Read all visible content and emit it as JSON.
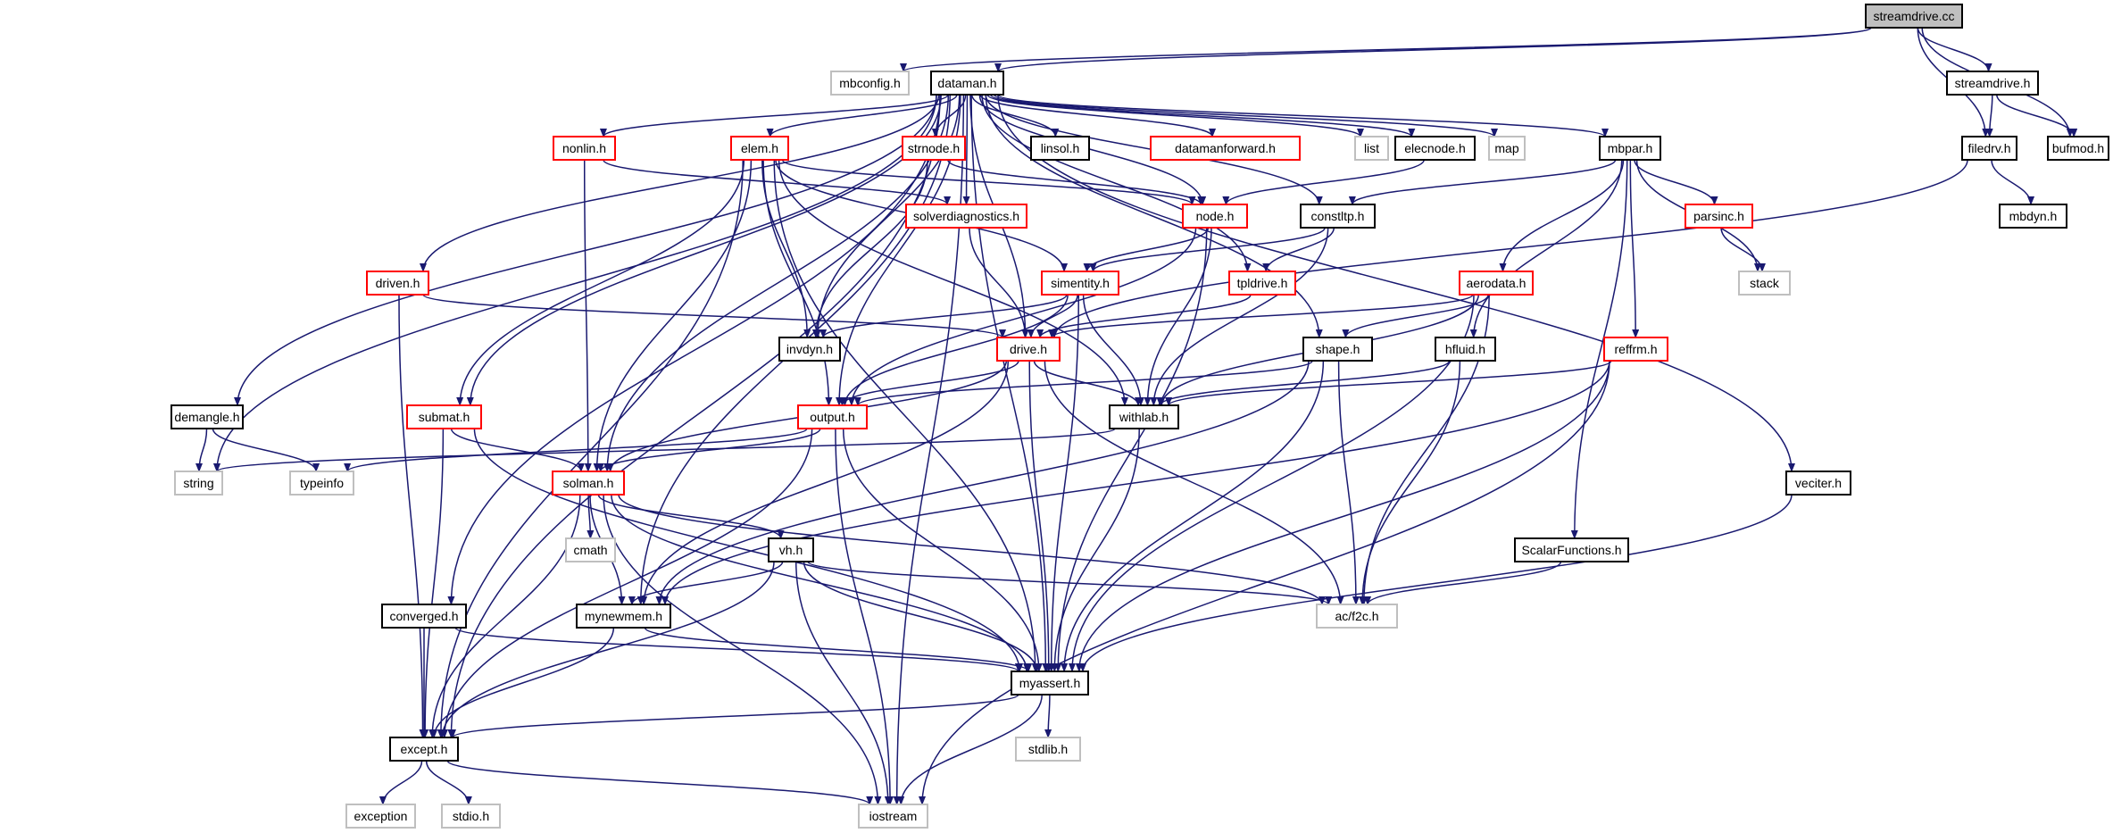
{
  "title": "streamdrive.cc include dependency graph",
  "colors": {
    "edge": "#191970",
    "documented_border": "#000000",
    "undocumented_border": "#ff0000",
    "system_border": "#bfbfbf",
    "root_fill": "#bfbfbf"
  },
  "nodes": [
    {
      "id": "streamdrive_cc",
      "label": "streamdrive.cc",
      "kind": "root"
    },
    {
      "id": "mbconfig_h",
      "label": "mbconfig.h",
      "kind": "sys"
    },
    {
      "id": "dataman_h",
      "label": "dataman.h",
      "kind": "normal"
    },
    {
      "id": "streamdrive_h",
      "label": "streamdrive.h",
      "kind": "normal"
    },
    {
      "id": "nonlin_h",
      "label": "nonlin.h",
      "kind": "red"
    },
    {
      "id": "elem_h",
      "label": "elem.h",
      "kind": "red"
    },
    {
      "id": "strnode_h",
      "label": "strnode.h",
      "kind": "red"
    },
    {
      "id": "linsol_h",
      "label": "linsol.h",
      "kind": "normal"
    },
    {
      "id": "datamanforward_h",
      "label": "datamanforward.h",
      "kind": "red"
    },
    {
      "id": "list",
      "label": "list",
      "kind": "sys"
    },
    {
      "id": "elecnode_h",
      "label": "elecnode.h",
      "kind": "normal"
    },
    {
      "id": "map",
      "label": "map",
      "kind": "sys"
    },
    {
      "id": "mbpar_h",
      "label": "mbpar.h",
      "kind": "normal"
    },
    {
      "id": "filedrv_h",
      "label": "filedrv.h",
      "kind": "normal"
    },
    {
      "id": "bufmod_h",
      "label": "bufmod.h",
      "kind": "normal"
    },
    {
      "id": "solverdiagnostics_h",
      "label": "solverdiagnostics.h",
      "kind": "red"
    },
    {
      "id": "node_h",
      "label": "node.h",
      "kind": "red"
    },
    {
      "id": "constltp_h",
      "label": "constltp.h",
      "kind": "normal"
    },
    {
      "id": "parsinc_h",
      "label": "parsinc.h",
      "kind": "red"
    },
    {
      "id": "mbdyn_h",
      "label": "mbdyn.h",
      "kind": "normal"
    },
    {
      "id": "driven_h",
      "label": "driven.h",
      "kind": "red"
    },
    {
      "id": "tpldrive_h",
      "label": "tpldrive.h",
      "kind": "red"
    },
    {
      "id": "simentity_h",
      "label": "simentity.h",
      "kind": "red"
    },
    {
      "id": "aerodata_h",
      "label": "aerodata.h",
      "kind": "red"
    },
    {
      "id": "stack",
      "label": "stack",
      "kind": "sys"
    },
    {
      "id": "invdyn_h",
      "label": "invdyn.h",
      "kind": "normal"
    },
    {
      "id": "drive_h",
      "label": "drive.h",
      "kind": "red"
    },
    {
      "id": "shape_h",
      "label": "shape.h",
      "kind": "normal"
    },
    {
      "id": "hfluid_h",
      "label": "hfluid.h",
      "kind": "normal"
    },
    {
      "id": "reffrm_h",
      "label": "reffrm.h",
      "kind": "red"
    },
    {
      "id": "demangle_h",
      "label": "demangle.h",
      "kind": "normal"
    },
    {
      "id": "submat_h",
      "label": "submat.h",
      "kind": "red"
    },
    {
      "id": "output_h",
      "label": "output.h",
      "kind": "red"
    },
    {
      "id": "withlab_h",
      "label": "withlab.h",
      "kind": "normal"
    },
    {
      "id": "string",
      "label": "string",
      "kind": "sys"
    },
    {
      "id": "typeinfo",
      "label": "typeinfo",
      "kind": "sys"
    },
    {
      "id": "solman_h",
      "label": "solman.h",
      "kind": "red"
    },
    {
      "id": "veciter_h",
      "label": "veciter.h",
      "kind": "normal"
    },
    {
      "id": "cmath",
      "label": "cmath",
      "kind": "sys"
    },
    {
      "id": "vh_h",
      "label": "vh.h",
      "kind": "normal"
    },
    {
      "id": "scalarfunctions_h",
      "label": "ScalarFunctions.h",
      "kind": "normal"
    },
    {
      "id": "converged_h",
      "label": "converged.h",
      "kind": "normal"
    },
    {
      "id": "mynewmem_h",
      "label": "mynewmem.h",
      "kind": "normal"
    },
    {
      "id": "ac_f2c_h",
      "label": "ac/f2c.h",
      "kind": "sys"
    },
    {
      "id": "myassert_h",
      "label": "myassert.h",
      "kind": "normal"
    },
    {
      "id": "except_h",
      "label": "except.h",
      "kind": "normal"
    },
    {
      "id": "stdlib_h",
      "label": "stdlib.h",
      "kind": "sys"
    },
    {
      "id": "exception",
      "label": "exception",
      "kind": "sys"
    },
    {
      "id": "stdio_h",
      "label": "stdio.h",
      "kind": "sys"
    },
    {
      "id": "iostream",
      "label": "iostream",
      "kind": "sys"
    }
  ],
  "edges": [
    [
      "streamdrive_cc",
      "mbconfig_h"
    ],
    [
      "streamdrive_cc",
      "dataman_h"
    ],
    [
      "streamdrive_cc",
      "streamdrive_h"
    ],
    [
      "streamdrive_cc",
      "filedrv_h"
    ],
    [
      "streamdrive_cc",
      "bufmod_h"
    ],
    [
      "streamdrive_h",
      "filedrv_h"
    ],
    [
      "streamdrive_h",
      "bufmod_h"
    ],
    [
      "filedrv_h",
      "mbdyn_h"
    ],
    [
      "filedrv_h",
      "drive_h"
    ],
    [
      "dataman_h",
      "nonlin_h"
    ],
    [
      "dataman_h",
      "elem_h"
    ],
    [
      "dataman_h",
      "strnode_h"
    ],
    [
      "dataman_h",
      "linsol_h"
    ],
    [
      "dataman_h",
      "datamanforward_h"
    ],
    [
      "dataman_h",
      "list"
    ],
    [
      "dataman_h",
      "elecnode_h"
    ],
    [
      "dataman_h",
      "map"
    ],
    [
      "dataman_h",
      "mbpar_h"
    ],
    [
      "dataman_h",
      "solverdiagnostics_h"
    ],
    [
      "dataman_h",
      "node_h"
    ],
    [
      "dataman_h",
      "constltp_h"
    ],
    [
      "dataman_h",
      "driven_h"
    ],
    [
      "dataman_h",
      "tpldrive_h"
    ],
    [
      "dataman_h",
      "invdyn_h"
    ],
    [
      "dataman_h",
      "drive_h"
    ],
    [
      "dataman_h",
      "shape_h"
    ],
    [
      "dataman_h",
      "demangle_h"
    ],
    [
      "dataman_h",
      "submat_h"
    ],
    [
      "dataman_h",
      "output_h"
    ],
    [
      "dataman_h",
      "string"
    ],
    [
      "dataman_h",
      "solman_h"
    ],
    [
      "dataman_h",
      "veciter_h"
    ],
    [
      "dataman_h",
      "converged_h"
    ],
    [
      "dataman_h",
      "mynewmem_h"
    ],
    [
      "dataman_h",
      "myassert_h"
    ],
    [
      "dataman_h",
      "except_h"
    ],
    [
      "dataman_h",
      "iostream"
    ],
    [
      "nonlin_h",
      "solverdiagnostics_h"
    ],
    [
      "nonlin_h",
      "solman_h"
    ],
    [
      "elem_h",
      "node_h"
    ],
    [
      "elem_h",
      "simentity_h"
    ],
    [
      "elem_h",
      "invdyn_h"
    ],
    [
      "elem_h",
      "output_h"
    ],
    [
      "elem_h",
      "withlab_h"
    ],
    [
      "elem_h",
      "submat_h"
    ],
    [
      "elem_h",
      "solman_h"
    ],
    [
      "elem_h",
      "myassert_h"
    ],
    [
      "elem_h",
      "except_h"
    ],
    [
      "strnode_h",
      "node_h"
    ],
    [
      "strnode_h",
      "invdyn_h"
    ],
    [
      "elecnode_h",
      "node_h"
    ],
    [
      "mbpar_h",
      "constltp_h"
    ],
    [
      "mbpar_h",
      "parsinc_h"
    ],
    [
      "mbpar_h",
      "stack"
    ],
    [
      "mbpar_h",
      "aerodata_h"
    ],
    [
      "mbpar_h",
      "hfluid_h"
    ],
    [
      "mbpar_h",
      "reffrm_h"
    ],
    [
      "mbpar_h",
      "scalarfunctions_h"
    ],
    [
      "parsinc_h",
      "stack"
    ],
    [
      "solverdiagnostics_h",
      "drive_h"
    ],
    [
      "node_h",
      "simentity_h"
    ],
    [
      "node_h",
      "output_h"
    ],
    [
      "node_h",
      "withlab_h"
    ],
    [
      "node_h",
      "myassert_h"
    ],
    [
      "constltp_h",
      "simentity_h"
    ],
    [
      "constltp_h",
      "tpldrive_h"
    ],
    [
      "constltp_h",
      "withlab_h"
    ],
    [
      "driven_h",
      "drive_h"
    ],
    [
      "driven_h",
      "except_h"
    ],
    [
      "tpldrive_h",
      "drive_h"
    ],
    [
      "simentity_h",
      "invdyn_h"
    ],
    [
      "simentity_h",
      "drive_h"
    ],
    [
      "simentity_h",
      "output_h"
    ],
    [
      "simentity_h",
      "withlab_h"
    ],
    [
      "simentity_h",
      "myassert_h"
    ],
    [
      "aerodata_h",
      "drive_h"
    ],
    [
      "aerodata_h",
      "shape_h"
    ],
    [
      "aerodata_h",
      "withlab_h"
    ],
    [
      "aerodata_h",
      "ac_f2c_h"
    ],
    [
      "aerodata_h",
      "myassert_h"
    ],
    [
      "drive_h",
      "output_h"
    ],
    [
      "drive_h",
      "withlab_h"
    ],
    [
      "drive_h",
      "solman_h"
    ],
    [
      "drive_h",
      "mynewmem_h"
    ],
    [
      "drive_h",
      "ac_f2c_h"
    ],
    [
      "drive_h",
      "myassert_h"
    ],
    [
      "shape_h",
      "output_h"
    ],
    [
      "shape_h",
      "mynewmem_h"
    ],
    [
      "shape_h",
      "ac_f2c_h"
    ],
    [
      "shape_h",
      "myassert_h"
    ],
    [
      "hfluid_h",
      "withlab_h"
    ],
    [
      "hfluid_h",
      "ac_f2c_h"
    ],
    [
      "reffrm_h",
      "withlab_h"
    ],
    [
      "reffrm_h",
      "mynewmem_h"
    ],
    [
      "reffrm_h",
      "myassert_h"
    ],
    [
      "reffrm_h",
      "iostream"
    ],
    [
      "demangle_h",
      "string"
    ],
    [
      "demangle_h",
      "typeinfo"
    ],
    [
      "submat_h",
      "solman_h"
    ],
    [
      "submat_h",
      "myassert_h"
    ],
    [
      "submat_h",
      "except_h"
    ],
    [
      "output_h",
      "typeinfo"
    ],
    [
      "output_h",
      "solman_h"
    ],
    [
      "output_h",
      "myassert_h"
    ],
    [
      "output_h",
      "except_h"
    ],
    [
      "output_h",
      "iostream"
    ],
    [
      "withlab_h",
      "string"
    ],
    [
      "withlab_h",
      "myassert_h"
    ],
    [
      "solman_h",
      "cmath"
    ],
    [
      "solman_h",
      "vh_h"
    ],
    [
      "solman_h",
      "mynewmem_h"
    ],
    [
      "solman_h",
      "ac_f2c_h"
    ],
    [
      "solman_h",
      "myassert_h"
    ],
    [
      "solman_h",
      "except_h"
    ],
    [
      "solman_h",
      "iostream"
    ],
    [
      "veciter_h",
      "myassert_h"
    ],
    [
      "vh_h",
      "mynewmem_h"
    ],
    [
      "vh_h",
      "ac_f2c_h"
    ],
    [
      "vh_h",
      "myassert_h"
    ],
    [
      "vh_h",
      "except_h"
    ],
    [
      "vh_h",
      "iostream"
    ],
    [
      "scalarfunctions_h",
      "ac_f2c_h"
    ],
    [
      "converged_h",
      "myassert_h"
    ],
    [
      "converged_h",
      "except_h"
    ],
    [
      "mynewmem_h",
      "myassert_h"
    ],
    [
      "mynewmem_h",
      "except_h"
    ],
    [
      "myassert_h",
      "stdlib_h"
    ],
    [
      "myassert_h",
      "except_h"
    ],
    [
      "myassert_h",
      "iostream"
    ],
    [
      "except_h",
      "exception"
    ],
    [
      "except_h",
      "stdio_h"
    ],
    [
      "except_h",
      "iostream"
    ]
  ]
}
